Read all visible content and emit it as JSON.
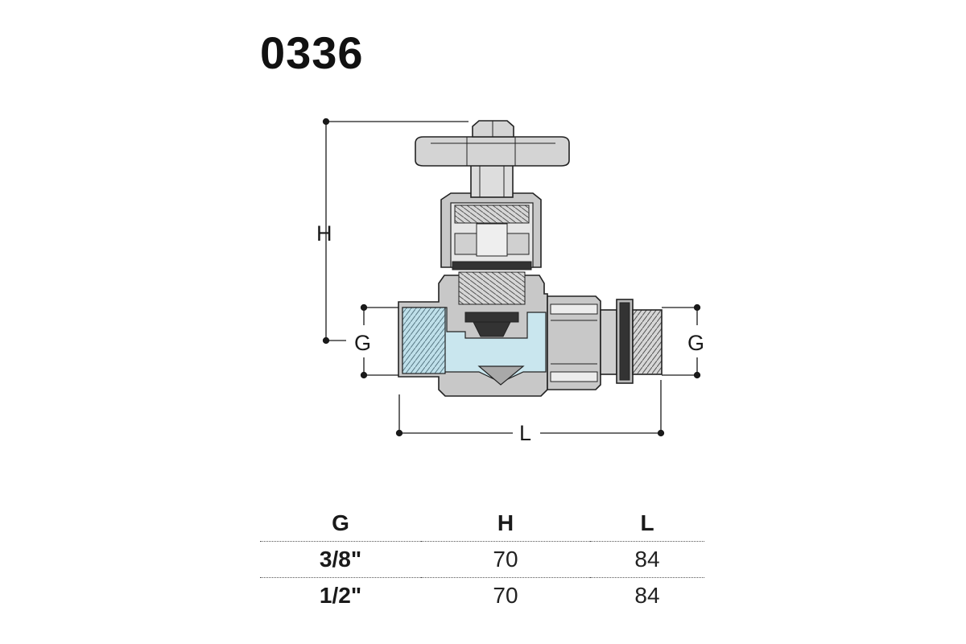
{
  "product": {
    "code": "0336"
  },
  "drawing": {
    "dimension_labels": {
      "height": "H",
      "inlet_thread": "G",
      "outlet_thread": "G",
      "length": "L"
    },
    "colors": {
      "body": "#c8c8c8",
      "body_dark": "#a9a9a9",
      "fluid": "#c9e6ee",
      "handle": "#d4d4d4",
      "seal": "#333333",
      "outline": "#222222"
    }
  },
  "spec_table": {
    "headers": [
      "G",
      "H",
      "L"
    ],
    "rows": [
      {
        "size": "3/8\"",
        "h": "70",
        "l": "84"
      },
      {
        "size": "1/2\"",
        "h": "70",
        "l": "84"
      }
    ]
  }
}
